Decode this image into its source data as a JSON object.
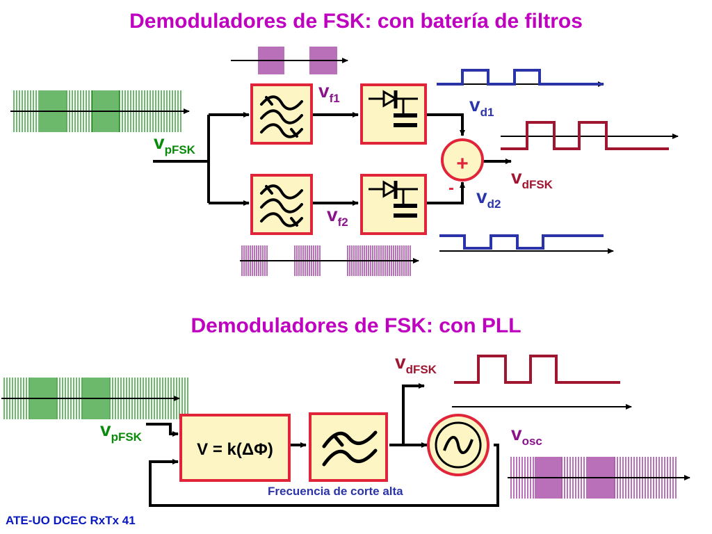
{
  "colors": {
    "title": "#c000c0",
    "green": "#0a8a0a",
    "purple": "#8a128a",
    "blue": "#2b33a8",
    "darkred": "#a01530",
    "red": "#e0243a",
    "boxfill": "#fdf6c4",
    "footer": "#0a18c0"
  },
  "titles": {
    "top": "Demoduladores de FSK: con batería de filtros",
    "bottom": "Demoduladores de FSK: con PLL"
  },
  "labels": {
    "vpfsk_main": "v",
    "vpfsk_sub": "pFSK",
    "vf1_main": "v",
    "vf1_sub": "f1",
    "vf2_main": "v",
    "vf2_sub": "f2",
    "vd1_main": "v",
    "vd1_sub": "d1",
    "vd2_main": "v",
    "vd2_sub": "d2",
    "vdfsk_main": "v",
    "vdfsk_sub": "dFSK",
    "plus": "+",
    "minus": "-",
    "pll_vpfsk_main": "v",
    "pll_vpfsk_sub": "pFSK",
    "pll_vdfsk_main": "v",
    "pll_vdfsk_sub": "dFSK",
    "vosc_main": "v",
    "vosc_sub": "osc",
    "phase_detector": "V = k(ΔΦ)",
    "cutoff": "Frecuencia de corte alta"
  },
  "footer": "ATE-UO DCEC RxTx 41"
}
